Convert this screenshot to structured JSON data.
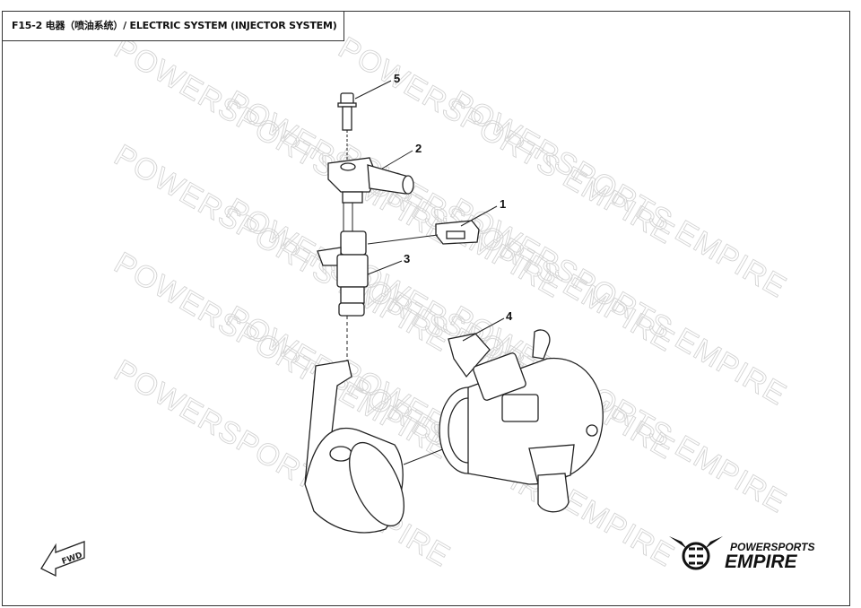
{
  "title": "F15-2 电器（喷油系统）/ ELECTRIC SYSTEM (INJECTOR SYSTEM)",
  "watermark": "POWERSPORTS EMPIRE",
  "callouts": [
    "1",
    "2",
    "3",
    "4",
    "5"
  ],
  "direction_label": "FWD",
  "logo": {
    "line1": "POWERSPORTS",
    "line2": "EMPIRE"
  }
}
